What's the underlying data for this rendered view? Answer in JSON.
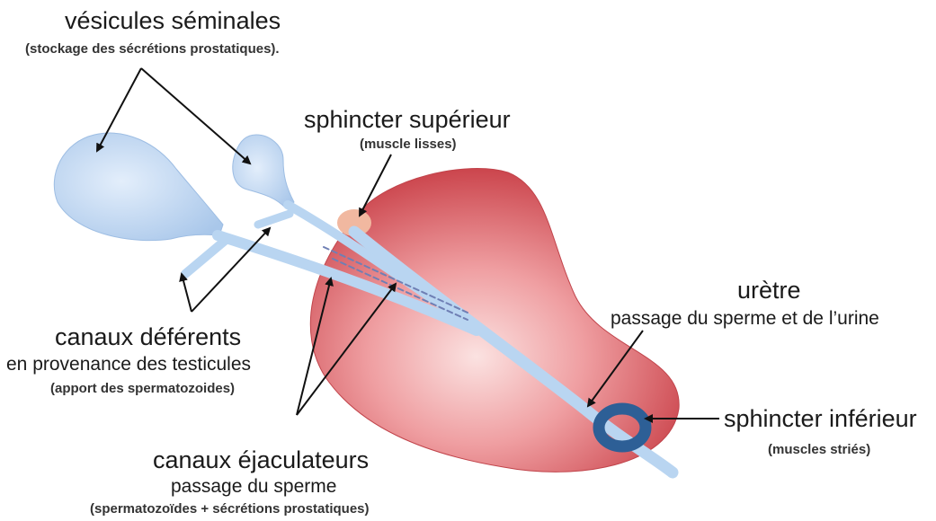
{
  "labels": {
    "vesicules": {
      "title": "vésicules séminales",
      "subtitle": "(stockage des sécrétions prostatiques)."
    },
    "sphincter_sup": {
      "title": "sphincter supérieur",
      "subtitle": "(muscle lisses)"
    },
    "uretre": {
      "title": "urètre",
      "subtitle": "passage du sperme et de l’urine"
    },
    "canaux_deferents": {
      "title": "canaux déférents",
      "line2": "en provenance des testicules",
      "subtitle": "(apport des spermatozoides)"
    },
    "sphincter_inf": {
      "title": "sphincter inférieur",
      "subtitle": "(muscles striés)"
    },
    "canaux_ejaculateurs": {
      "title": "canaux éjaculateurs",
      "line2": "passage du sperme",
      "subtitle": "(spermatozoïdes + sécrétions prostatiques)"
    }
  },
  "colors": {
    "prostate": "#dc5a60",
    "prostate_light": "#f6c6c6",
    "vesicle": "#c7dbf4",
    "duct": "#b9d5f1",
    "sphincter_sup": "#f1b8a0",
    "sphincter_inf": "#2d5f96",
    "arrow": "#111111"
  }
}
